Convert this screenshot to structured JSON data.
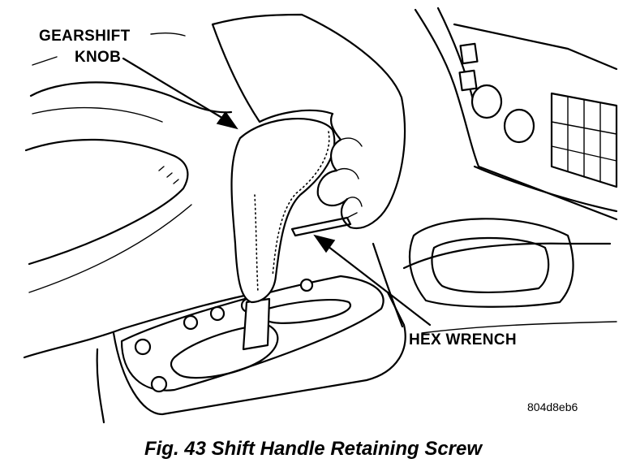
{
  "labels": {
    "gearshift_knob_line1": "GEARSHIFT",
    "gearshift_knob_line2": "KNOB",
    "hex_wrench": "HEX WRENCH",
    "figure_code": "804d8eb6"
  },
  "caption": "Fig. 43 Shift Handle Retaining Screw"
}
